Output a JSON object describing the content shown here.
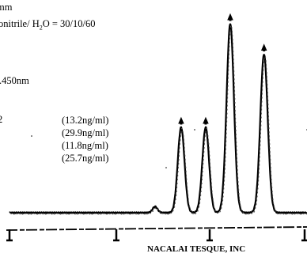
{
  "conditions": {
    "line1": "mm",
    "line2_prefix": "onitrile/ H",
    "line2_sub": "2",
    "line2_suffix": "O = 30/10/60",
    "line3": ".450nm",
    "peak_number": "2"
  },
  "concentrations": [
    "(13.2ng/ml)",
    "(29.9ng/ml)",
    "(11.8ng/ml)",
    "(25.7ng/ml)"
  ],
  "vendor": "NACALAI TESQUE, INC",
  "chart_data": {
    "type": "line",
    "title": "",
    "xlabel": "",
    "ylabel": "",
    "grid": false,
    "legend": "none",
    "xlim": [
      0,
      100
    ],
    "ylim": [
      0,
      100
    ],
    "baseline": 0,
    "peaks": [
      {
        "x": 59.0,
        "height": 42,
        "width": 1.1
      },
      {
        "x": 67.0,
        "height": 42,
        "width": 1.1
      },
      {
        "x": 75.0,
        "height": 93,
        "width": 1.2
      },
      {
        "x": 86.0,
        "height": 78,
        "width": 1.2
      }
    ],
    "bumps": [
      {
        "x": 50.5,
        "height": 3,
        "width": 0.8
      }
    ],
    "line_color": "#000000"
  }
}
